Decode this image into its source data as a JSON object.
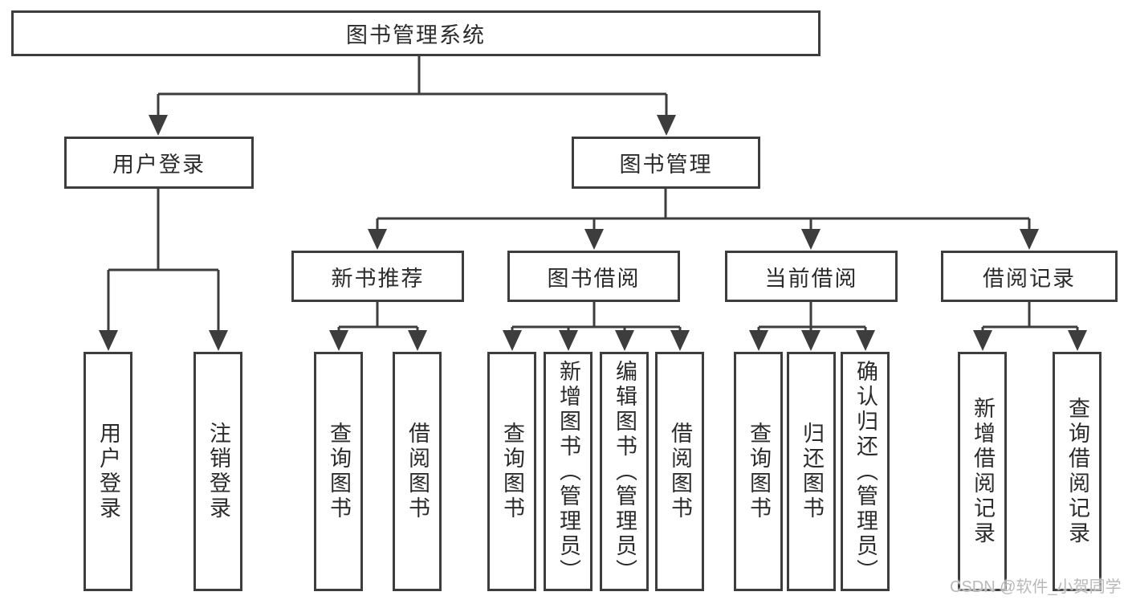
{
  "diagram_title": "图书管理系统",
  "tree": {
    "label": "图书管理系统",
    "children": [
      {
        "label": "用户登录",
        "children": [
          {
            "label": "用户登录"
          },
          {
            "label": "注销登录"
          }
        ]
      },
      {
        "label": "图书管理",
        "children": [
          {
            "label": "新书推荐",
            "children": [
              {
                "label": "查询图书"
              },
              {
                "label": "借阅图书"
              }
            ]
          },
          {
            "label": "图书借阅",
            "children": [
              {
                "label": "查询图书"
              },
              {
                "label": "新增图书（管理员）"
              },
              {
                "label": "编辑图书（管理员）"
              },
              {
                "label": "借阅图书"
              }
            ]
          },
          {
            "label": "当前借阅",
            "children": [
              {
                "label": "查询图书"
              },
              {
                "label": "归还图书"
              },
              {
                "label": "确认归还（管理员）"
              }
            ]
          },
          {
            "label": "借阅记录",
            "children": [
              {
                "label": "新增借阅记录"
              },
              {
                "label": "查询借阅记录"
              }
            ]
          }
        ]
      }
    ]
  },
  "watermark": {
    "text": "CSDN @软件_小贺同学"
  },
  "colors": {
    "line": "#3d3d3d",
    "text": "#2b2b2b",
    "background": "#ffffff",
    "watermark": "#b9b9b9"
  }
}
